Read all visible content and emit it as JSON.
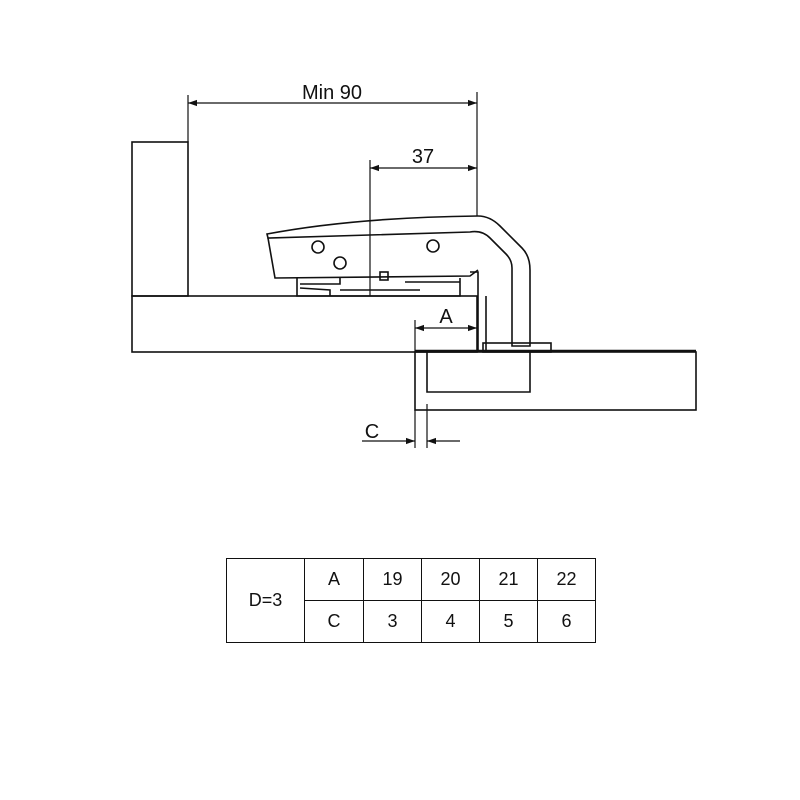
{
  "dimensions": {
    "min_90": "Min 90",
    "d_37": "37",
    "a": "A",
    "c": "C"
  },
  "table": {
    "header": "D=3",
    "rows": [
      {
        "label": "A",
        "values": [
          "19",
          "20",
          "21",
          "22"
        ]
      },
      {
        "label": "C",
        "values": [
          "3",
          "4",
          "5",
          "6"
        ]
      }
    ]
  }
}
